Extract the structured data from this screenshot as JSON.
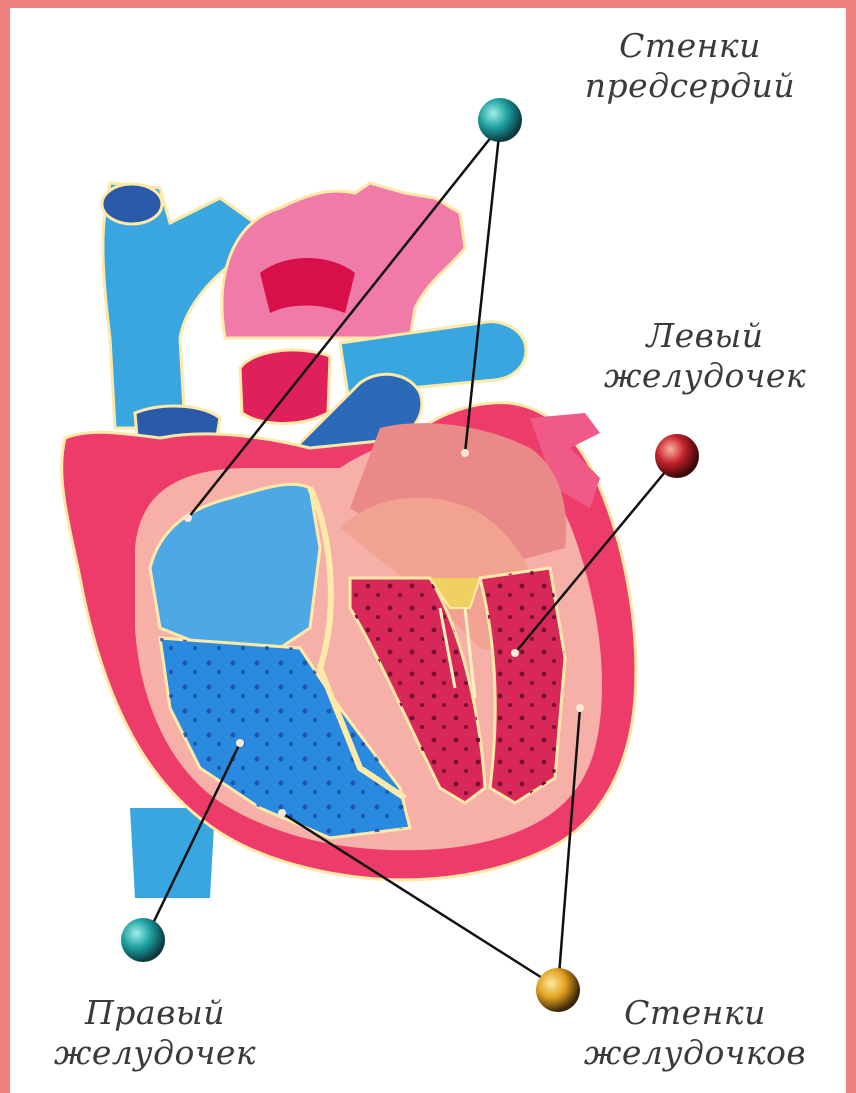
{
  "labels": {
    "atria_walls": {
      "line1": "Стенки",
      "line2": "предсердий"
    },
    "left_ventricle": {
      "line1": "Левый",
      "line2": "желудочек"
    },
    "right_ventricle": {
      "line1": "Правый",
      "line2": "желудочек"
    },
    "ventricle_walls": {
      "line1": "Стенки",
      "line2": "желудочков"
    }
  },
  "colors": {
    "frame_border": "#f08080",
    "heart_red": "#ee3c6a",
    "heart_pink": "#f7a8a8",
    "vessel_blue": "#3aa6e0",
    "vessel_dark_blue": "#2266b0",
    "marker_teal": "#1fa0a0",
    "marker_red": "#c0202a",
    "marker_gold": "#e0a020"
  }
}
